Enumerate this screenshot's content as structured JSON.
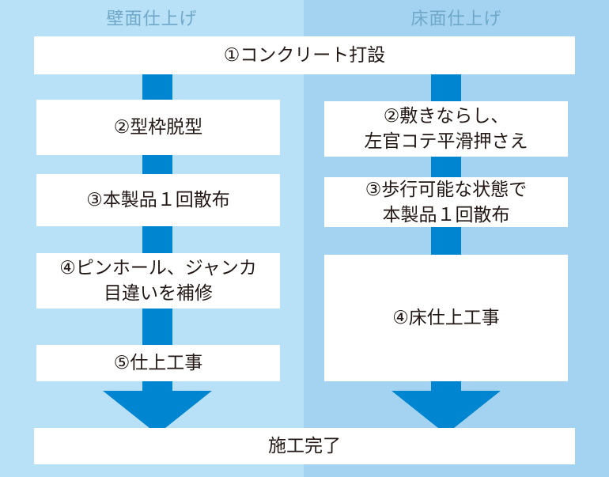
{
  "headers": {
    "wall": "壁面仕上げ",
    "floor": "床面仕上げ"
  },
  "top_step": "①コンクリート打設",
  "wall_steps": [
    "②型枠脱型",
    "③本製品１回散布",
    "④ピンホール、ジャンカ\n目違いを補修",
    "⑤仕上工事"
  ],
  "floor_steps": [
    "②敷きならし、\n左官コテ平滑押さえ",
    "③歩行可能な状態で\n本製品１回散布",
    "④床仕上工事"
  ],
  "final_step": "施工完了",
  "colors": {
    "wall_bg": "#b8e0f6",
    "floor_bg": "#a3d3f0",
    "arrow": "#0086d1",
    "box": "#ffffff"
  }
}
